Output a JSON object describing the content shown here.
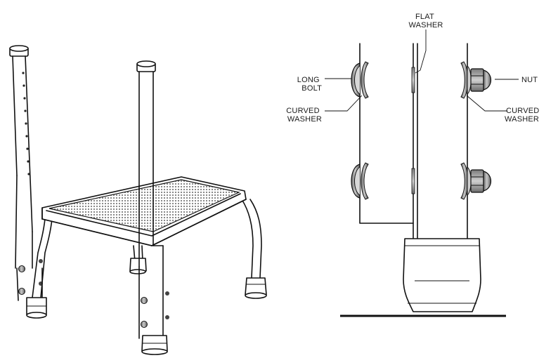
{
  "labels": {
    "flat_washer": [
      "FLAT",
      "WASHER"
    ],
    "long_bolt": [
      "LONG",
      "BOLT"
    ],
    "curved_washer_left": [
      "CURVED",
      "WASHER"
    ],
    "nut": "NUT",
    "curved_washer_right": [
      "CURVED",
      "WASHER"
    ]
  },
  "colors": {
    "line": "#111111",
    "background": "#ffffff",
    "mesh": "#8a8a8a",
    "hardware_gray": "#9a9a9a",
    "hardware_dark": "#5a5a5a"
  }
}
